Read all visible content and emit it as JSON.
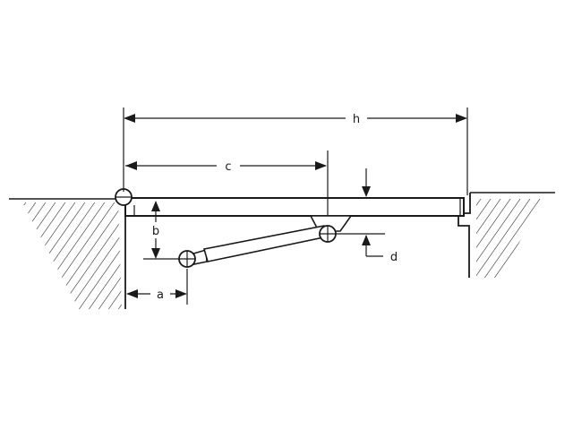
{
  "labels": {
    "h": "h",
    "c": "c",
    "b": "b",
    "a": "a",
    "d": "d"
  },
  "colors": {
    "ink": "#1a1a1a",
    "background": "#ffffff"
  }
}
